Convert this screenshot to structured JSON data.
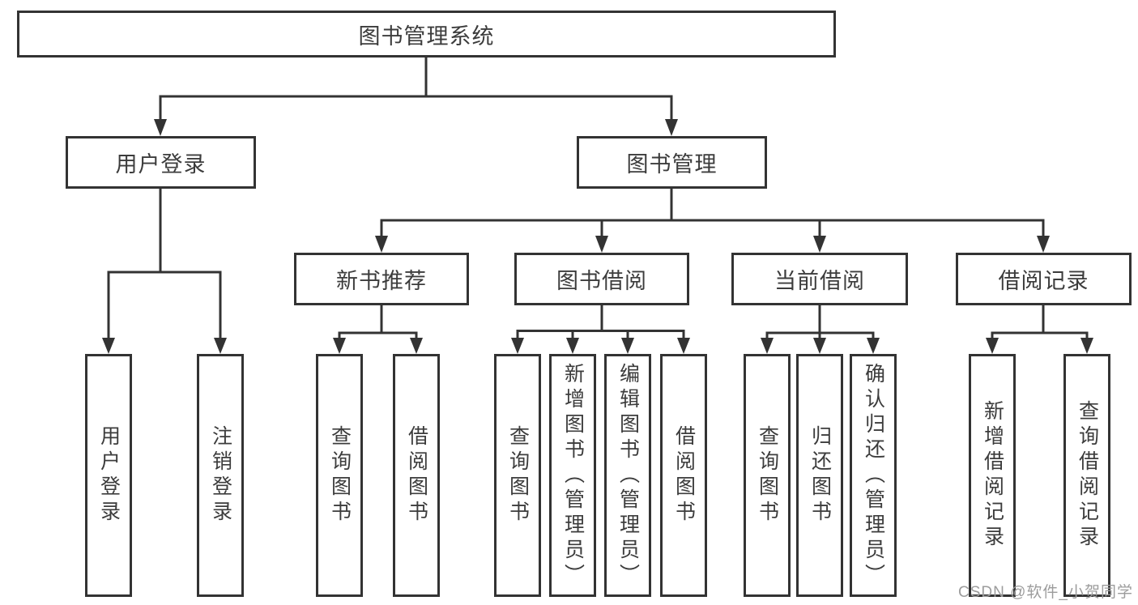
{
  "diagram_title": "图书管理系统",
  "nodes": {
    "root": {
      "label": "图书管理系统"
    },
    "user_login": {
      "label": "用户登录"
    },
    "book_management": {
      "label": "图书管理"
    },
    "new_book_recommend": {
      "label": "新书推荐"
    },
    "book_borrowing": {
      "label": "图书借阅"
    },
    "current_borrowing": {
      "label": "当前借阅"
    },
    "borrowing_records": {
      "label": "借阅记录"
    },
    "leaf_user_login": {
      "label": "用户登录"
    },
    "leaf_logout_login": {
      "label": "注销登录"
    },
    "leaf_query_books_1": {
      "label": "查询图书"
    },
    "leaf_borrow_books_1": {
      "label": "借阅图书"
    },
    "leaf_query_books_2": {
      "label": "查询图书"
    },
    "leaf_add_books_admin": {
      "label": "新增图书（管理员）"
    },
    "leaf_edit_books_admin": {
      "label": "编辑图书（管理员）"
    },
    "leaf_borrow_books_2": {
      "label": "借阅图书"
    },
    "leaf_query_books_3": {
      "label": "查询图书"
    },
    "leaf_return_books": {
      "label": "归还图书"
    },
    "leaf_confirm_return_admin": {
      "label": "确认归还（管理员）"
    },
    "leaf_add_borrow_record": {
      "label": "新增借阅记录"
    },
    "leaf_query_borrow_record": {
      "label": "查询借阅记录"
    }
  },
  "hierarchy": {
    "图书管理系统": {
      "用户登录": [
        "用户登录",
        "注销登录"
      ],
      "图书管理": {
        "新书推荐": [
          "查询图书",
          "借阅图书"
        ],
        "图书借阅": [
          "查询图书",
          "新增图书（管理员）",
          "编辑图书（管理员）",
          "借阅图书"
        ],
        "当前借阅": [
          "查询图书",
          "归还图书",
          "确认归还（管理员）"
        ],
        "借阅记录": [
          "新增借阅记录",
          "查询借阅记录"
        ]
      }
    }
  },
  "watermark": "CSDN @软件_小贺同学",
  "colors": {
    "line": "#333333",
    "node_border": "#333333",
    "node_text": "#3c3c3c",
    "background": "#ffffff",
    "watermark": "#9c9c9c"
  }
}
